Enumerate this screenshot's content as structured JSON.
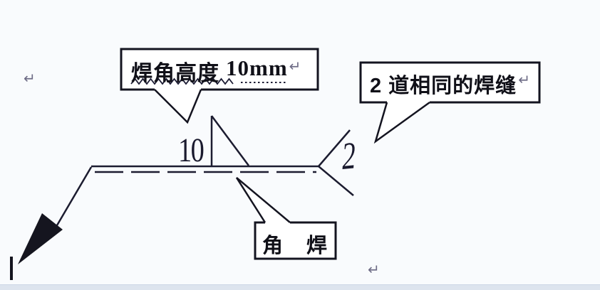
{
  "page": {
    "background_color": "#f9fbfd",
    "bottom_strip_color": "#dde4ee"
  },
  "colors": {
    "line": "#1c1c30",
    "box_border": "#141420",
    "text": "#101018",
    "paragraph_mark": "#6e6c86"
  },
  "callout_a": {
    "label": "焊角高度",
    "value": "10mm",
    "mark": "↵",
    "underline_styles": [
      "wavy-under-label",
      "dotted-under-value"
    ]
  },
  "callout_b": {
    "label": "2 道相同的焊缝",
    "mark": "↵"
  },
  "callout_c": {
    "label": "角　焊"
  },
  "weld_symbol": {
    "leg_size": "10",
    "weld_count": "2",
    "reference_line": "solid",
    "identification_line": "dashed",
    "symbol": "fillet-triangle",
    "tail": "fork",
    "leader": "filled-arrow-down-left"
  },
  "paragraph_marks": {
    "top_left": "↵",
    "bottom_center": "↵"
  }
}
